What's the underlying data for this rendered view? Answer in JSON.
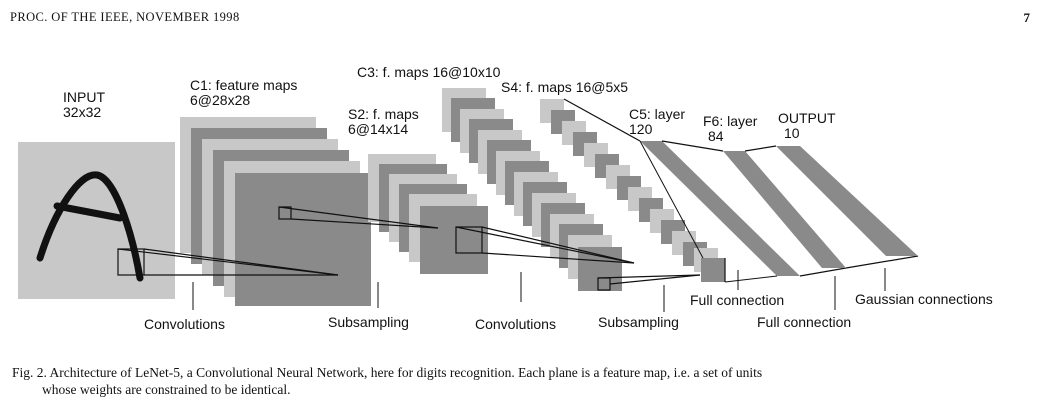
{
  "header": {
    "journal": "PROC. OF THE IEEE, NOVEMBER 1998",
    "page_number": "7"
  },
  "figure": {
    "layers": [
      {
        "id": "input",
        "name": "INPUT",
        "detail": "32x32"
      },
      {
        "id": "c1",
        "name": "C1: feature maps",
        "detail": "6@28x28"
      },
      {
        "id": "s2",
        "name": "S2: f. maps",
        "detail": "6@14x14"
      },
      {
        "id": "c3",
        "name": "C3: f. maps 16@10x10",
        "detail": ""
      },
      {
        "id": "s4",
        "name": "S4: f. maps 16@5x5",
        "detail": ""
      },
      {
        "id": "c5",
        "name": "C5: layer",
        "detail": "120"
      },
      {
        "id": "f6",
        "name": "F6: layer",
        "detail": "84"
      },
      {
        "id": "output",
        "name": "OUTPUT",
        "detail": "10"
      }
    ],
    "operations": [
      "Convolutions",
      "Subsampling",
      "Convolutions",
      "Subsampling",
      "Full connection",
      "Full connection",
      "Gaussian connections"
    ]
  },
  "caption": {
    "line1": "Fig. 2.   Architecture of LeNet-5, a Convolutional Neural Network, here for digits recognition. Each plane is a feature map, i.e. a set of units",
    "line2": "whose weights are constrained to be identical."
  },
  "colors": {
    "dark_map": "#8a8a8a",
    "light_map": "#c8c8c8",
    "input_bg": "#c8c8c8",
    "stroke": "#111111"
  }
}
